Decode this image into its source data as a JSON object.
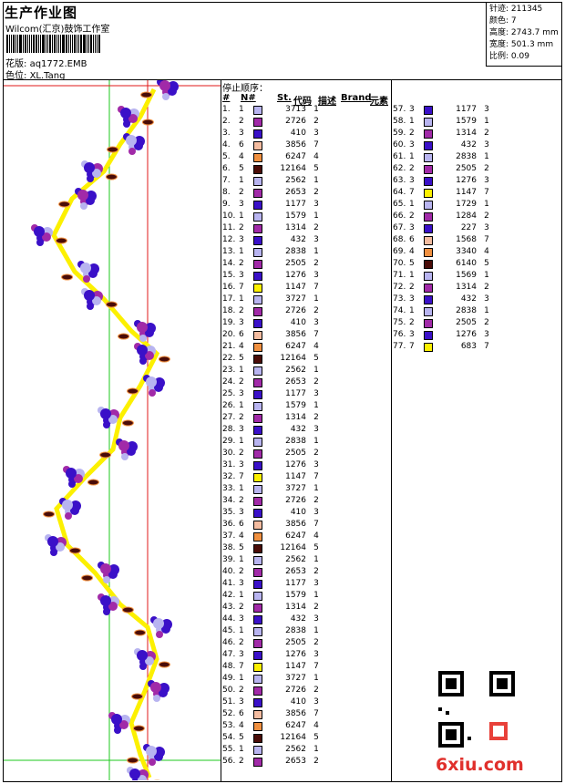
{
  "header": {
    "title": "生产作业图",
    "company": "Wilcom(汇京)鼓饰工作室",
    "design_label": "花版:",
    "design_value": "aq1772.EMB",
    "color_label": "色位:",
    "color_value": "XL.Tang"
  },
  "stats": [
    {
      "label": "针迹:",
      "value": "211345"
    },
    {
      "label": "颜色:",
      "value": "7"
    },
    {
      "label": "高度:",
      "value": "2743.7 mm"
    },
    {
      "label": "宽度:",
      "value": "501.3 mm"
    },
    {
      "label": "比例:",
      "value": "0.09"
    }
  ],
  "sequence": {
    "title": "停止顺序：",
    "headers": [
      "#",
      "N#",
      "St.",
      "代码",
      "描述",
      "Brand",
      "元素"
    ]
  },
  "colors": {
    "1": "#b8b4f0",
    "2": "#a12aa8",
    "3": "#3a10c8",
    "4": "#f09040",
    "5": "#4a0c08",
    "6": "#f4bca0",
    "7": "#fcf000"
  },
  "rows": [
    {
      "i": "1.",
      "c": 1,
      "st": "3713",
      "code": "1"
    },
    {
      "i": "2.",
      "c": 2,
      "st": "2726",
      "code": "2"
    },
    {
      "i": "3.",
      "c": 3,
      "st": "410",
      "code": "3"
    },
    {
      "i": "4.",
      "c": 6,
      "st": "3856",
      "code": "7"
    },
    {
      "i": "5.",
      "c": 4,
      "st": "6247",
      "code": "4"
    },
    {
      "i": "6.",
      "c": 5,
      "st": "12164",
      "code": "5"
    },
    {
      "i": "7.",
      "c": 1,
      "st": "2562",
      "code": "1"
    },
    {
      "i": "8.",
      "c": 2,
      "st": "2653",
      "code": "2"
    },
    {
      "i": "9.",
      "c": 3,
      "st": "1177",
      "code": "3"
    },
    {
      "i": "10.",
      "c": 1,
      "st": "1579",
      "code": "1"
    },
    {
      "i": "11.",
      "c": 2,
      "st": "1314",
      "code": "2"
    },
    {
      "i": "12.",
      "c": 3,
      "st": "432",
      "code": "3"
    },
    {
      "i": "13.",
      "c": 1,
      "st": "2838",
      "code": "1"
    },
    {
      "i": "14.",
      "c": 2,
      "st": "2505",
      "code": "2"
    },
    {
      "i": "15.",
      "c": 3,
      "st": "1276",
      "code": "3"
    },
    {
      "i": "16.",
      "c": 7,
      "st": "1147",
      "code": "7"
    },
    {
      "i": "17.",
      "c": 1,
      "st": "3727",
      "code": "1"
    },
    {
      "i": "18.",
      "c": 2,
      "st": "2726",
      "code": "2"
    },
    {
      "i": "19.",
      "c": 3,
      "st": "410",
      "code": "3"
    },
    {
      "i": "20.",
      "c": 6,
      "st": "3856",
      "code": "7"
    },
    {
      "i": "21.",
      "c": 4,
      "st": "6247",
      "code": "4"
    },
    {
      "i": "22.",
      "c": 5,
      "st": "12164",
      "code": "5"
    },
    {
      "i": "23.",
      "c": 1,
      "st": "2562",
      "code": "1"
    },
    {
      "i": "24.",
      "c": 2,
      "st": "2653",
      "code": "2"
    },
    {
      "i": "25.",
      "c": 3,
      "st": "1177",
      "code": "3"
    },
    {
      "i": "26.",
      "c": 1,
      "st": "1579",
      "code": "1"
    },
    {
      "i": "27.",
      "c": 2,
      "st": "1314",
      "code": "2"
    },
    {
      "i": "28.",
      "c": 3,
      "st": "432",
      "code": "3"
    },
    {
      "i": "29.",
      "c": 1,
      "st": "2838",
      "code": "1"
    },
    {
      "i": "30.",
      "c": 2,
      "st": "2505",
      "code": "2"
    },
    {
      "i": "31.",
      "c": 3,
      "st": "1276",
      "code": "3"
    },
    {
      "i": "32.",
      "c": 7,
      "st": "1147",
      "code": "7"
    },
    {
      "i": "33.",
      "c": 1,
      "st": "3727",
      "code": "1"
    },
    {
      "i": "34.",
      "c": 2,
      "st": "2726",
      "code": "2"
    },
    {
      "i": "35.",
      "c": 3,
      "st": "410",
      "code": "3"
    },
    {
      "i": "36.",
      "c": 6,
      "st": "3856",
      "code": "7"
    },
    {
      "i": "37.",
      "c": 4,
      "st": "6247",
      "code": "4"
    },
    {
      "i": "38.",
      "c": 5,
      "st": "12164",
      "code": "5"
    },
    {
      "i": "39.",
      "c": 1,
      "st": "2562",
      "code": "1"
    },
    {
      "i": "40.",
      "c": 2,
      "st": "2653",
      "code": "2"
    },
    {
      "i": "41.",
      "c": 3,
      "st": "1177",
      "code": "3"
    },
    {
      "i": "42.",
      "c": 1,
      "st": "1579",
      "code": "1"
    },
    {
      "i": "43.",
      "c": 2,
      "st": "1314",
      "code": "2"
    },
    {
      "i": "44.",
      "c": 3,
      "st": "432",
      "code": "3"
    },
    {
      "i": "45.",
      "c": 1,
      "st": "2838",
      "code": "1"
    },
    {
      "i": "46.",
      "c": 2,
      "st": "2505",
      "code": "2"
    },
    {
      "i": "47.",
      "c": 3,
      "st": "1276",
      "code": "3"
    },
    {
      "i": "48.",
      "c": 7,
      "st": "1147",
      "code": "7"
    },
    {
      "i": "49.",
      "c": 1,
      "st": "3727",
      "code": "1"
    },
    {
      "i": "50.",
      "c": 2,
      "st": "2726",
      "code": "2"
    },
    {
      "i": "51.",
      "c": 3,
      "st": "410",
      "code": "3"
    },
    {
      "i": "52.",
      "c": 6,
      "st": "3856",
      "code": "7"
    },
    {
      "i": "53.",
      "c": 4,
      "st": "6247",
      "code": "4"
    },
    {
      "i": "54.",
      "c": 5,
      "st": "12164",
      "code": "5"
    },
    {
      "i": "55.",
      "c": 1,
      "st": "2562",
      "code": "1"
    },
    {
      "i": "56.",
      "c": 2,
      "st": "2653",
      "code": "2"
    },
    {
      "i": "57.",
      "c": 3,
      "st": "1177",
      "code": "3"
    },
    {
      "i": "58.",
      "c": 1,
      "st": "1579",
      "code": "1"
    },
    {
      "i": "59.",
      "c": 2,
      "st": "1314",
      "code": "2"
    },
    {
      "i": "60.",
      "c": 3,
      "st": "432",
      "code": "3"
    },
    {
      "i": "61.",
      "c": 1,
      "st": "2838",
      "code": "1"
    },
    {
      "i": "62.",
      "c": 2,
      "st": "2505",
      "code": "2"
    },
    {
      "i": "63.",
      "c": 3,
      "st": "1276",
      "code": "3"
    },
    {
      "i": "64.",
      "c": 7,
      "st": "1147",
      "code": "7"
    },
    {
      "i": "65.",
      "c": 1,
      "st": "1729",
      "code": "1"
    },
    {
      "i": "66.",
      "c": 2,
      "st": "1284",
      "code": "2"
    },
    {
      "i": "67.",
      "c": 3,
      "st": "227",
      "code": "3"
    },
    {
      "i": "68.",
      "c": 6,
      "st": "1568",
      "code": "7"
    },
    {
      "i": "69.",
      "c": 4,
      "st": "3340",
      "code": "4"
    },
    {
      "i": "70.",
      "c": 5,
      "st": "6140",
      "code": "5"
    },
    {
      "i": "71.",
      "c": 1,
      "st": "1569",
      "code": "1"
    },
    {
      "i": "72.",
      "c": 2,
      "st": "1314",
      "code": "2"
    },
    {
      "i": "73.",
      "c": 3,
      "st": "432",
      "code": "3"
    },
    {
      "i": "74.",
      "c": 1,
      "st": "2838",
      "code": "1"
    },
    {
      "i": "75.",
      "c": 2,
      "st": "2505",
      "code": "2"
    },
    {
      "i": "76.",
      "c": 3,
      "st": "1276",
      "code": "3"
    },
    {
      "i": "77.",
      "c": 7,
      "st": "683",
      "code": "7"
    }
  ],
  "footer": {
    "logo": "6xiu.com"
  }
}
